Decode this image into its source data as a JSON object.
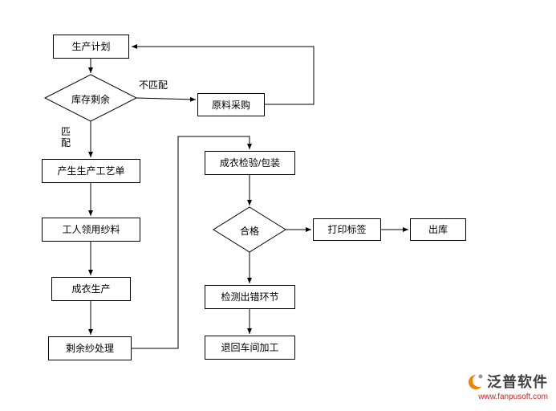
{
  "flowchart": {
    "nodes": {
      "production_plan": "生产计划",
      "inventory_check": "库存剩余",
      "material_purchase": "原料采购",
      "process_order": "产生生产工艺单",
      "worker_yarn": "工人领用纱料",
      "garment_production": "成衣生产",
      "leftover_yarn": "剩余纱处理",
      "inspection_packaging": "成衣检验/包装",
      "qualified_check": "合格",
      "print_label": "打印标签",
      "warehouse_out": "出库",
      "detect_error": "检测出错环节",
      "return_workshop": "退回车间加工"
    },
    "edge_labels": {
      "not_match": "不匹配",
      "match": "匹配"
    }
  },
  "branding": {
    "logo_text": "泛普软件",
    "website": "www.fanpusoft.com",
    "logo_color": "#f08300",
    "url_color": "#cc2222",
    "text_color": "#3f3f3f"
  }
}
